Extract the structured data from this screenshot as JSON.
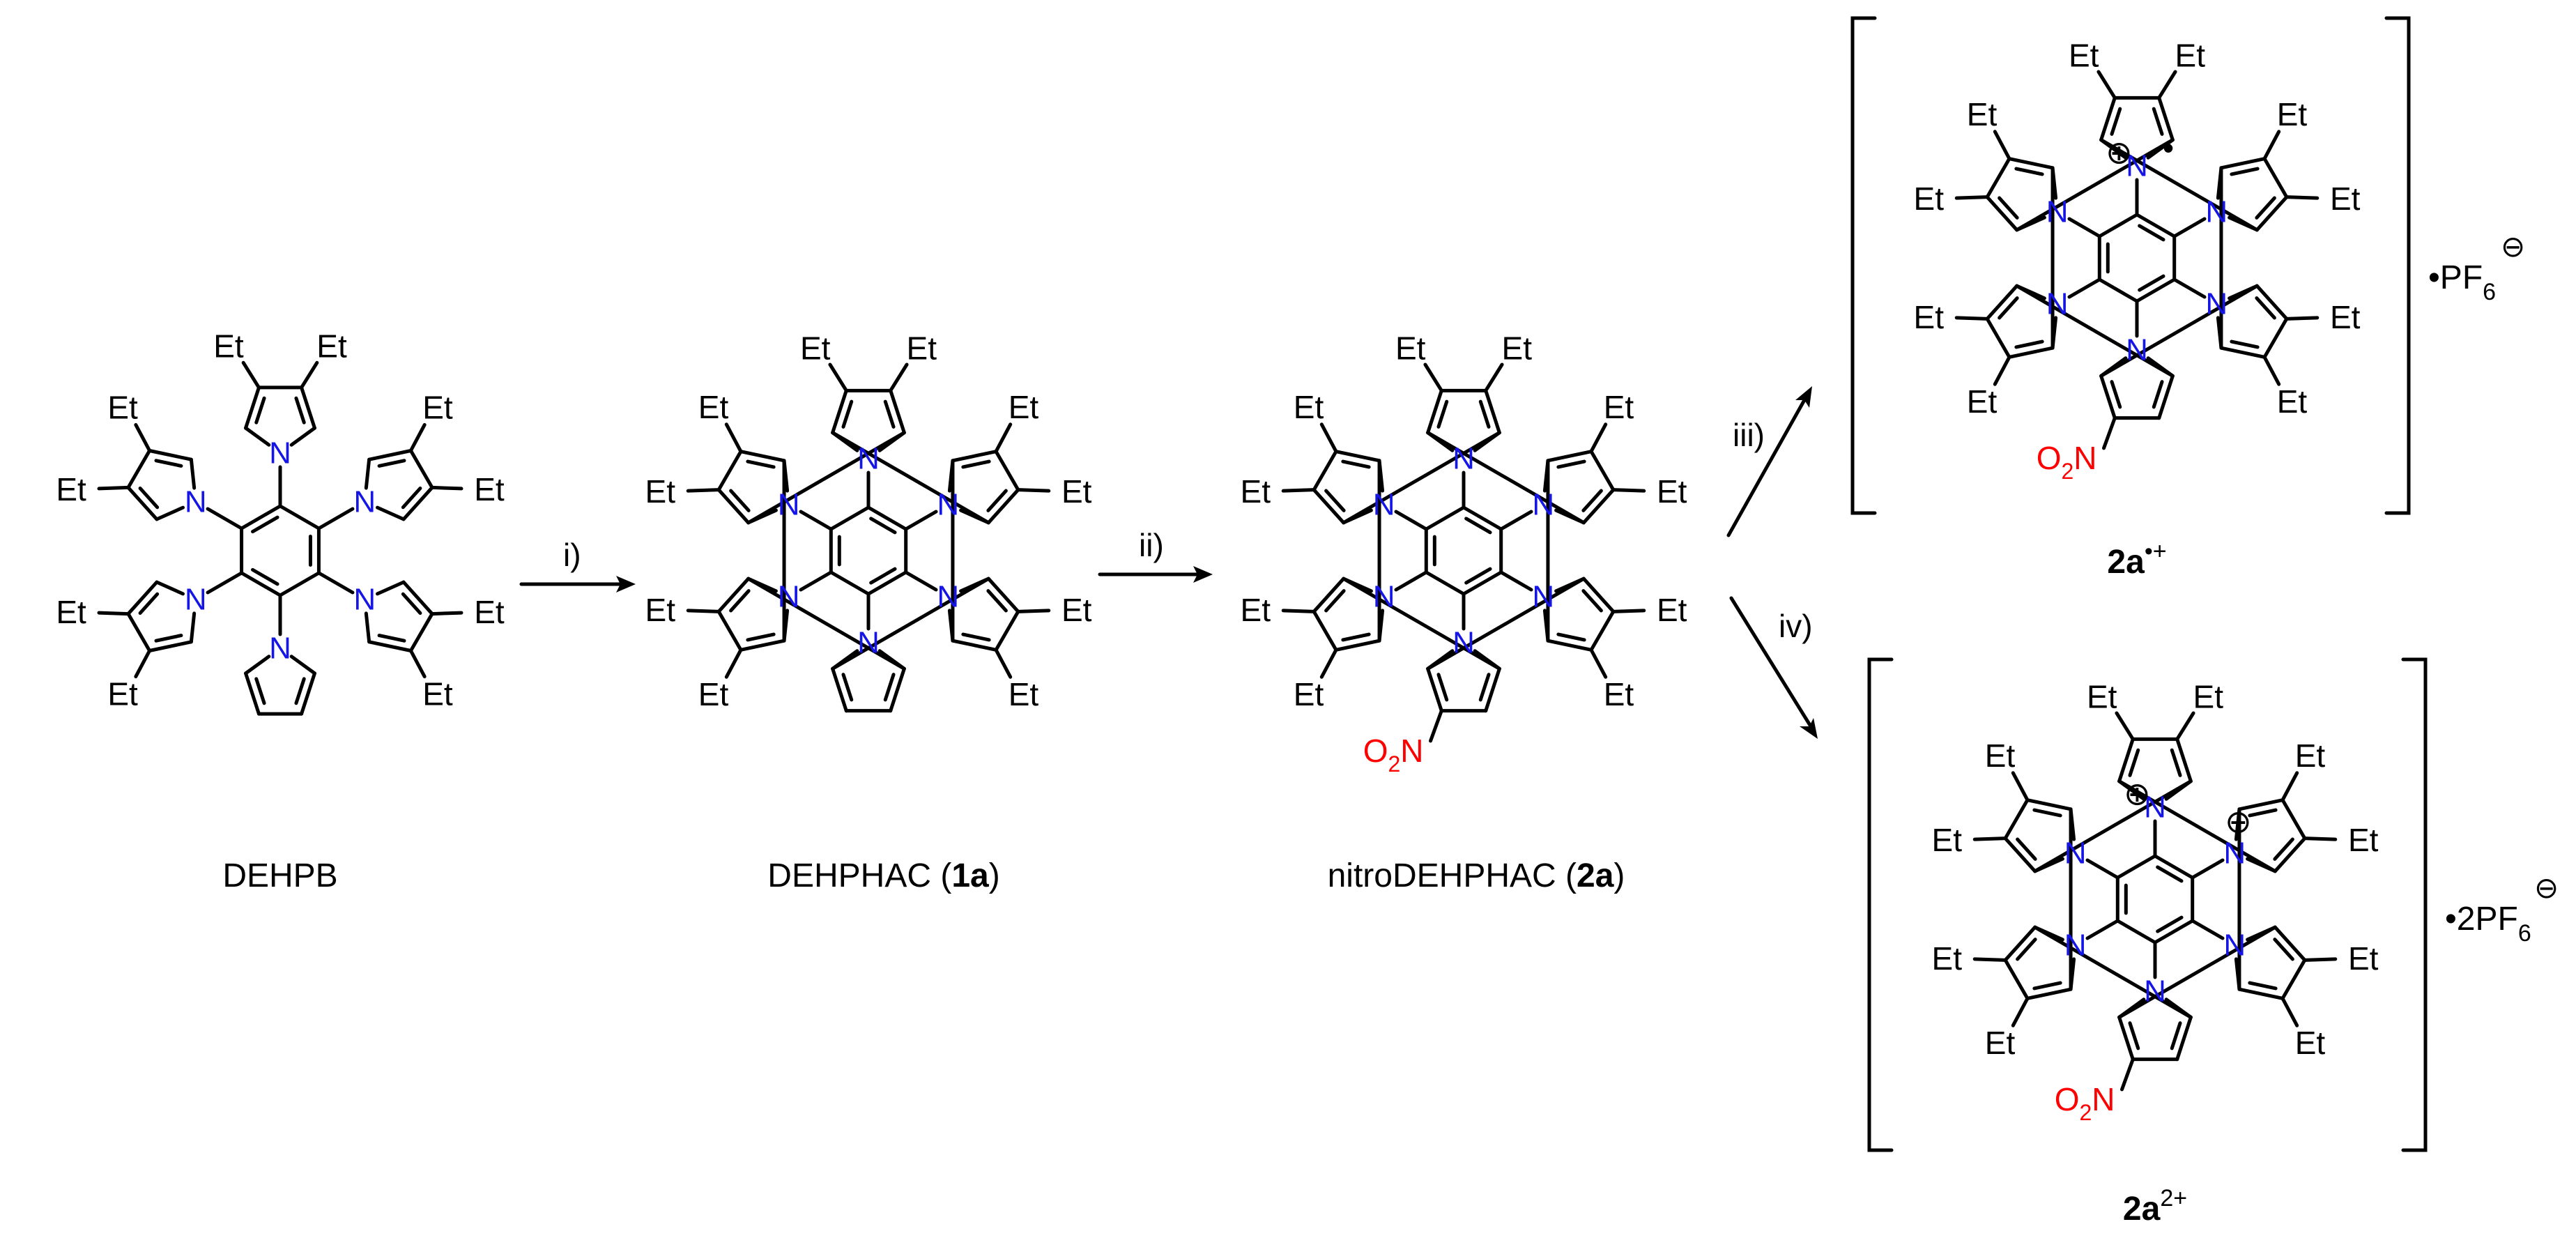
{
  "scheme": {
    "compounds": {
      "dehpb": {
        "label": "DEHPB"
      },
      "c1a": {
        "pre": "DEHPHAC (",
        "bold": "1a",
        "post": ")"
      },
      "c2a": {
        "pre": "nitroDEHPHAC (",
        "bold": "2a",
        "post": ")"
      },
      "c2arc": {
        "bold": "2a",
        "sup": "•+"
      },
      "c2adc": {
        "bold": "2a",
        "sup": "2+"
      }
    },
    "steps": {
      "i": "i)",
      "ii": "ii)",
      "iii": "iii)",
      "iv": "iv)"
    },
    "counterions": {
      "radical": {
        "prefix": "•PF",
        "sub": "6",
        "charge": "⊖"
      },
      "dication": {
        "prefix": "•2PF",
        "sub": "6",
        "charge": "⊖"
      }
    },
    "atoms": {
      "et": "Et",
      "n": "N",
      "no2": {
        "o": "O",
        "sub": "2",
        "n": "N"
      },
      "plus": "⊕",
      "radical_dot": "•"
    },
    "colors": {
      "nitrogen": "#1515e6",
      "nitro": "#ff0000",
      "ink": "#000000"
    }
  }
}
